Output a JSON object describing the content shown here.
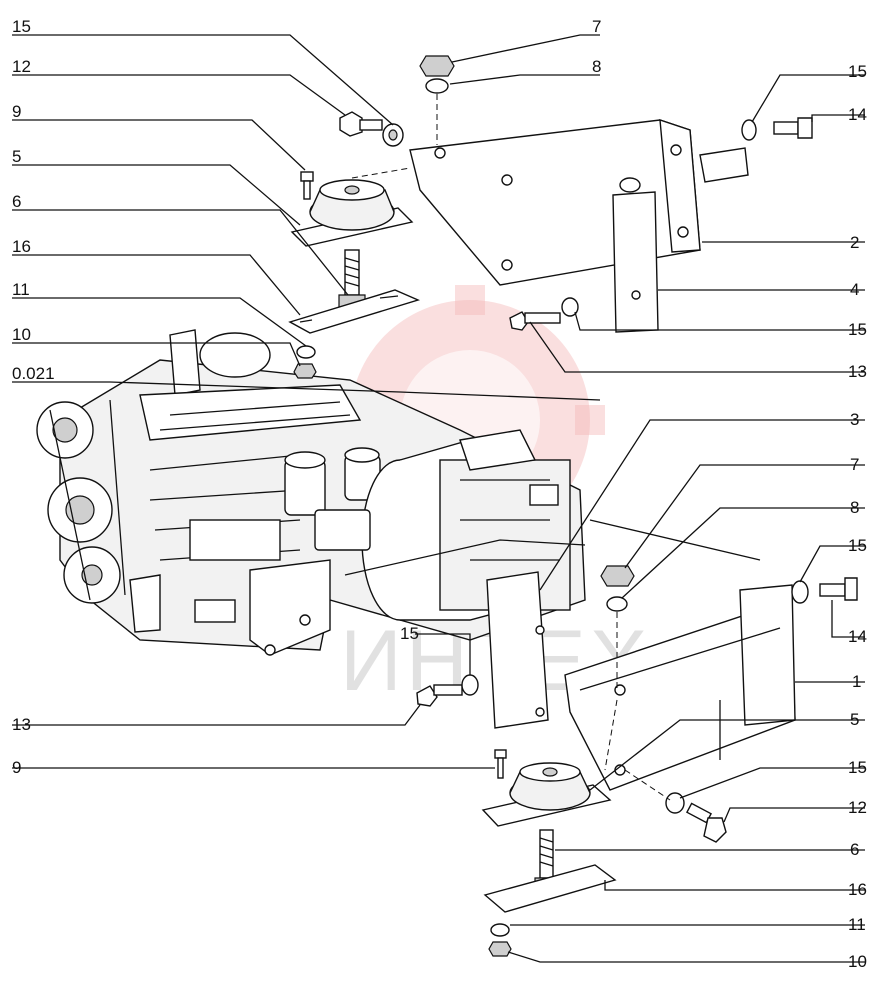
{
  "watermark": {
    "text": "ИНТЕХ",
    "color": "#f3b9b9"
  },
  "labels": {
    "l15a": "15",
    "l12a": "12",
    "l9a": "9",
    "l5a": "5",
    "l6a": "6",
    "l16a": "16",
    "l11a": "11",
    "l10a": "10",
    "l0021": "0.021",
    "l7a": "7",
    "l8a": "8",
    "l15b": "15",
    "l14a": "14",
    "l2": "2",
    "l4": "4",
    "l15c": "15",
    "l13a": "13",
    "l3": "3",
    "l7b": "7",
    "l8b": "8",
    "l15d": "15",
    "l14b": "14",
    "l1": "1",
    "l15e": "15",
    "l13b": "13",
    "l5b": "5",
    "l9b": "9",
    "l15f": "15",
    "l12b": "12",
    "l6b": "6",
    "l16b": "16",
    "l11b": "11",
    "l10b": "10"
  }
}
